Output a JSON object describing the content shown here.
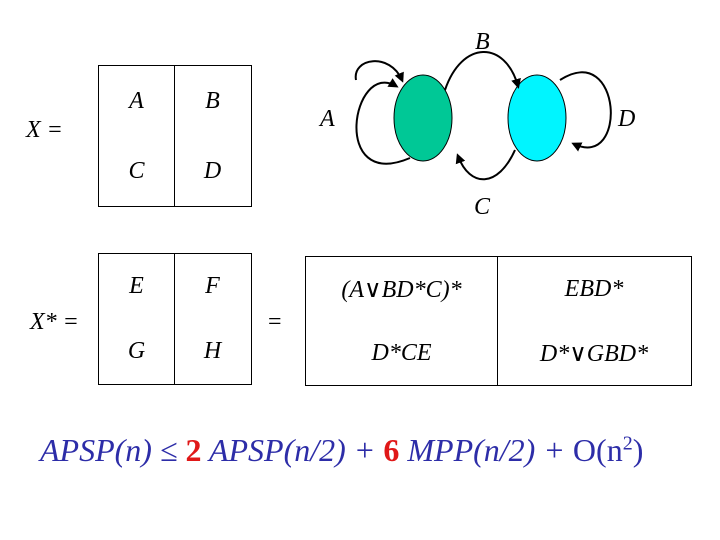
{
  "matrix_x": {
    "label": "X =",
    "cells": [
      "A",
      "B",
      "C",
      "D"
    ]
  },
  "matrix_xstar": {
    "label": "X* =",
    "cells": [
      "E",
      "F",
      "G",
      "H"
    ]
  },
  "equals": "=",
  "result": {
    "cells": [
      "(A∨BD*C)*",
      "EBD*",
      "D*CE",
      "D*∨GBD*"
    ]
  },
  "graph": {
    "labels": {
      "top": "B",
      "left": "A",
      "right": "D",
      "bottom": "C"
    },
    "colors": {
      "left_node": "#00c896",
      "right_node": "#00f5ff"
    }
  },
  "formula": {
    "p1": "APSP(n) ≤ ",
    "n1": "2",
    "p2": " APSP(n/2) + ",
    "n2": "6",
    "p3": " MPP(n/2) + ",
    "p4": "O(n",
    "exp": "2",
    "p5": ")"
  }
}
